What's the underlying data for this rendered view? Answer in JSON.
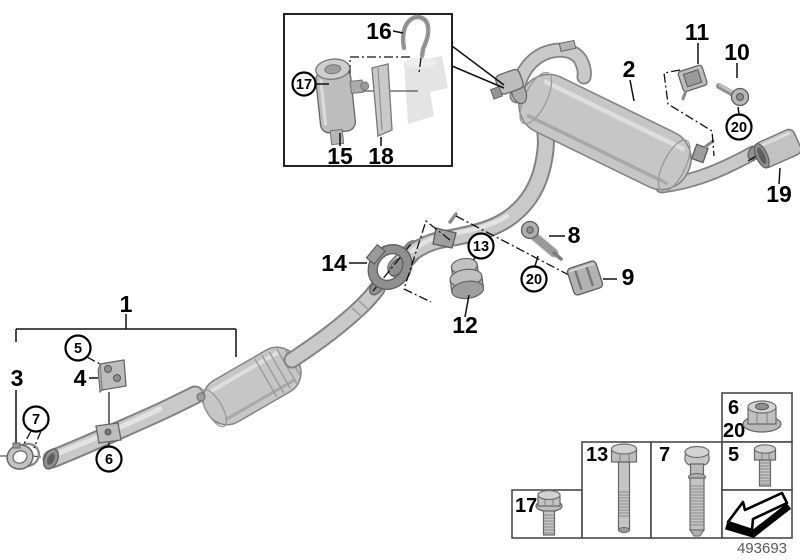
{
  "callouts": {
    "1": "1",
    "2": "2",
    "3": "3",
    "4": "4",
    "5": "5",
    "6": "6",
    "7": "7",
    "8": "8",
    "9": "9",
    "10": "10",
    "11": "11",
    "12": "12",
    "13": "13",
    "14": "14",
    "15": "15",
    "16": "16",
    "17": "17",
    "18": "18",
    "19": "19",
    "20": "20"
  },
  "legend": {
    "cells": {
      "bolt17": "17",
      "bolt13": "13",
      "bolt7": "7",
      "nut6": "6",
      "nut20": "20",
      "screw5": "5"
    }
  },
  "footer": {
    "drawing_number": "493693"
  },
  "colors": {
    "background": "#ffffff",
    "line": "#000000",
    "part_fill": "#c6c6c6",
    "part_stroke": "#7e7e7e",
    "ghost": "#e4e4e4"
  }
}
